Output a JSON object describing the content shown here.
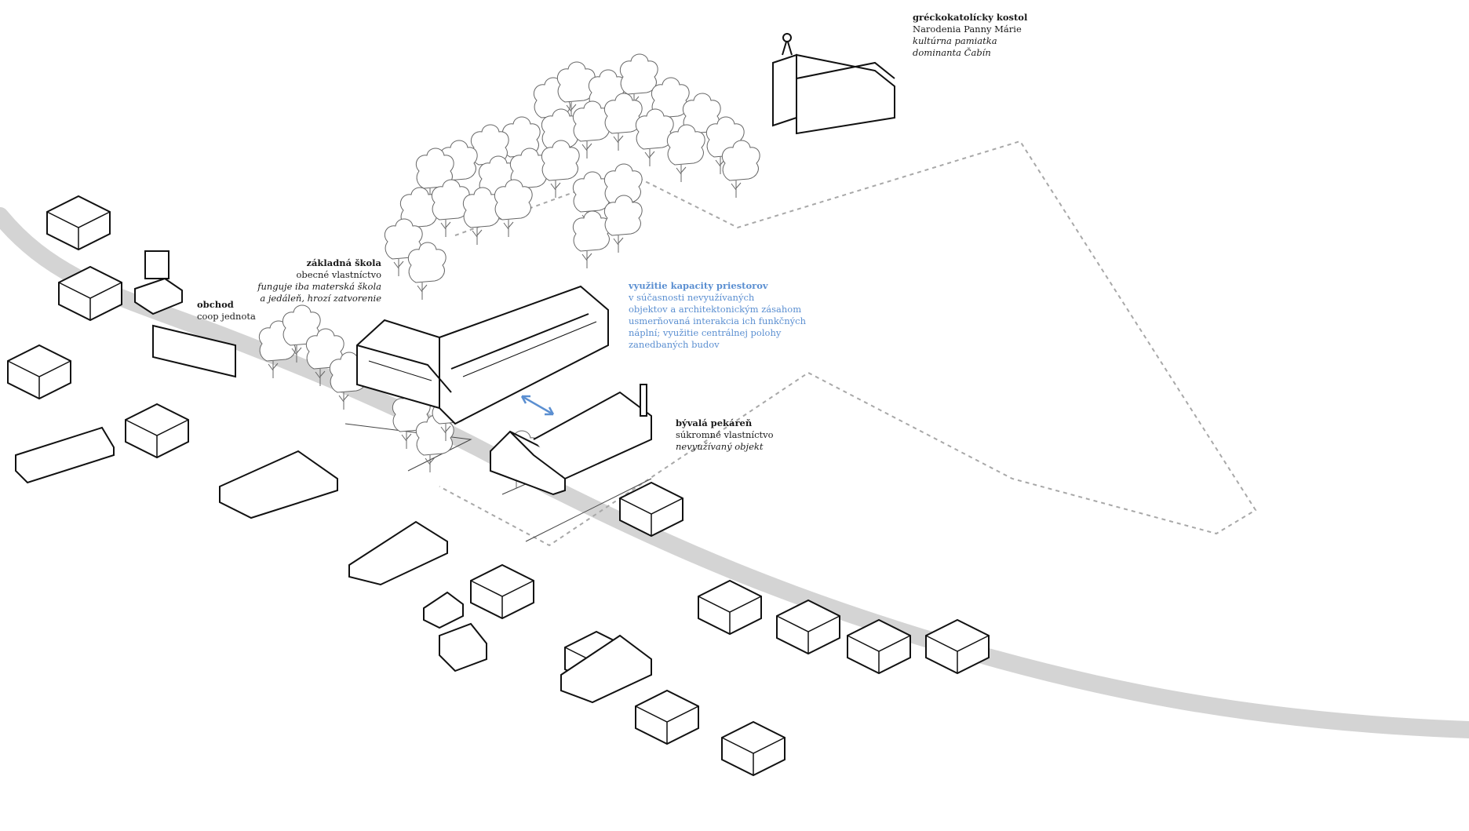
{
  "labels": {
    "church": {
      "title": "gréckokatolícky kostol",
      "line1": "Narodenia Panny Márie",
      "line2": "kultúrna pamiatka",
      "line3": "dominanta Čabín"
    },
    "school": {
      "title": "základná škola",
      "line1": "obecné vlastníctvo",
      "line2": "funguje iba materská škola",
      "line3": "a jedáleň, hrozí zatvorenie"
    },
    "shop": {
      "title": "obchod",
      "line1": "coop jednota"
    },
    "capacity": {
      "title": "využitie kapacity priestorov",
      "lines": [
        "v súčasnosti nevyužívaných",
        "objektov a architektonickým zásahom",
        "usmerňovaná interakcia ich funkčných",
        "náplní; využitie centrálnej polohy",
        "zanedbaných budov"
      ]
    },
    "bakery": {
      "title": "bývalá pekáreň",
      "line1": "súkromné vlastníctvo",
      "line2": "nevyužívaný objekt"
    }
  },
  "colors": {
    "road": "#d4d4d4",
    "outline": "#111111",
    "accent": "#5b8fd1",
    "boundary": "#a8a8a8"
  }
}
